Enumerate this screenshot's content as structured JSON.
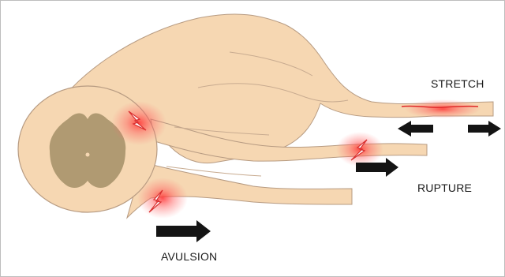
{
  "labels": {
    "stretch": "STRETCH",
    "rupture": "RUPTURE",
    "avulsion": "AVULSION"
  },
  "colors": {
    "tissue": "#f6d7b2",
    "tissue_outline": "#b79b82",
    "gray_matter": "#b09a72",
    "injury_glow": "#ff4d4d",
    "arrow": "#141414"
  },
  "icons": {
    "injury_marker": "lightning-bolt-icon",
    "force_direction": "arrow-icon"
  }
}
